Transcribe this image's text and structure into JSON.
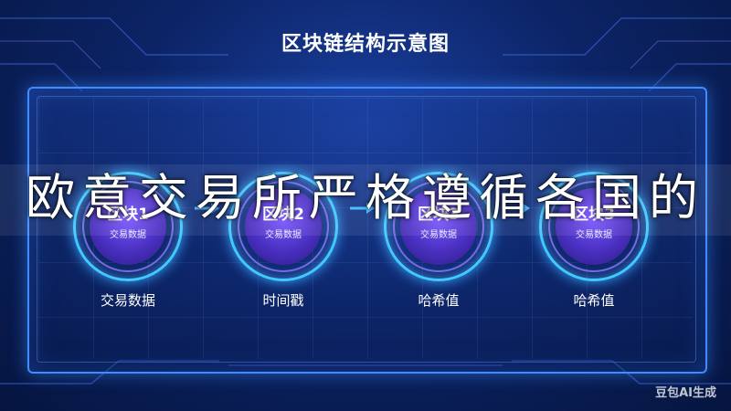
{
  "title": "区块链结构示意图",
  "blocks": [
    {
      "name": "区块1",
      "sub": "交易数据",
      "caption": "交易数据"
    },
    {
      "name": "区块2",
      "sub": "交易数据",
      "caption": "时间戳"
    },
    {
      "name": "区块3",
      "sub": "交易数据",
      "caption": "哈希值"
    },
    {
      "name": "区块3",
      "sub": "交易数据",
      "caption": "哈希值"
    }
  ],
  "overlay_text": "欧意交易所严格遵循各国的",
  "watermark": "豆包AI生成",
  "colors": {
    "accent": "#3f8cff",
    "ring": "#41c9ff",
    "core": "#5a3ad8",
    "arrow": "#3fb8ff"
  }
}
